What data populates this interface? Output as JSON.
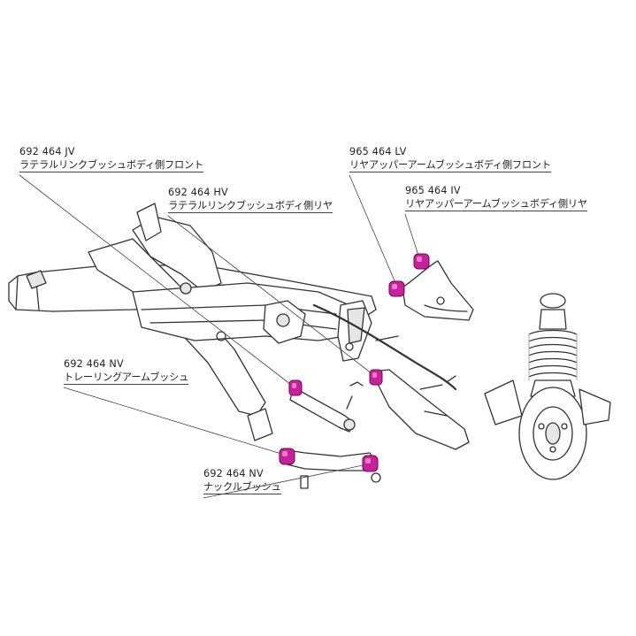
{
  "colors": {
    "bushing": "#c8209a",
    "bushing_highlight": "#ec7cc9",
    "line": "#333333",
    "leader": "#444444",
    "fill": "#ffffff",
    "shade": "#e6e6e6"
  },
  "callouts": [
    {
      "part": "692 464 JV",
      "desc": "ラテラルリンクブッシュボディ側フロント"
    },
    {
      "part": "692 464 HV",
      "desc": "ラテラルリンクブッシュボディ側リヤ"
    },
    {
      "part": "965 464 LV",
      "desc": "リヤアッパーアームブッシュボディ側フロント"
    },
    {
      "part": "965 464 IV",
      "desc": "リヤアッパーアームブッシュボディ側リヤ"
    },
    {
      "part": "692 464 NV",
      "desc": "トレーリングアームブッシュ"
    },
    {
      "part": "692 464 NV",
      "desc": "ナックルブッシュ"
    }
  ]
}
